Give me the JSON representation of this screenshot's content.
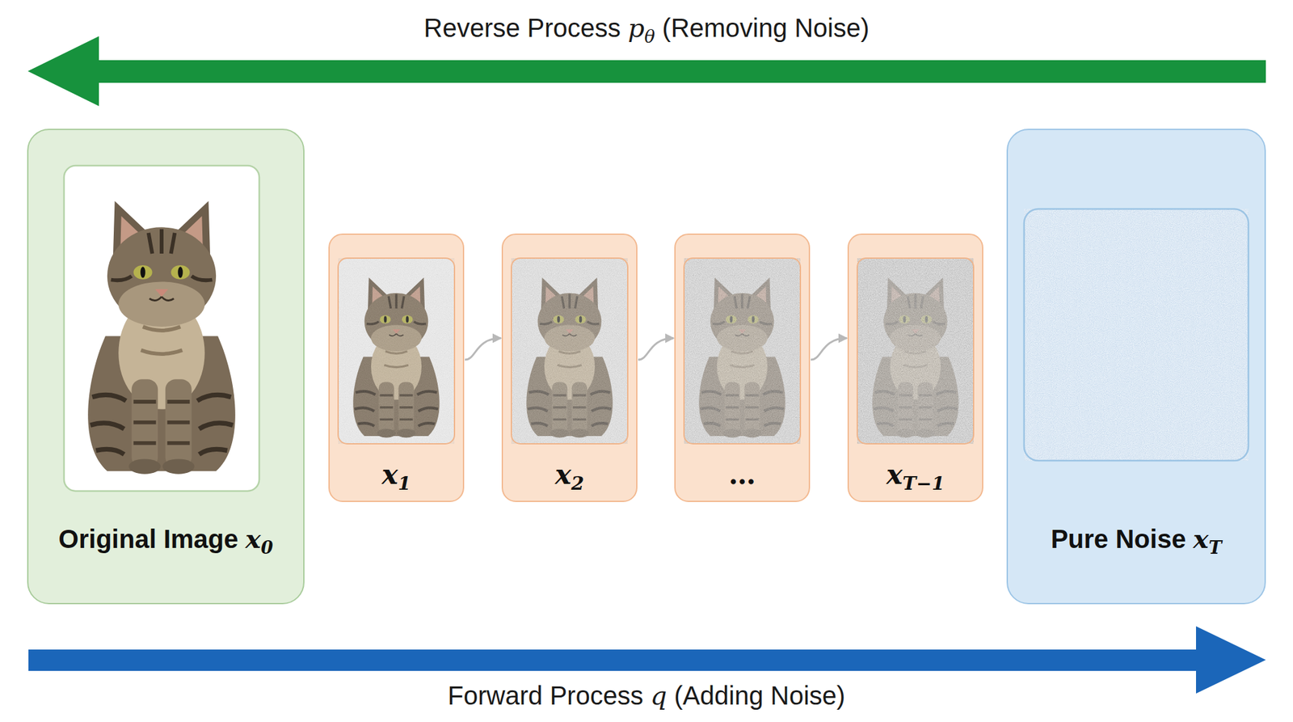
{
  "diagram": {
    "nodes": [
      {
        "text": [
          "Original Image x0"
        ]
      },
      {
        "text": [
          "x1"
        ]
      },
      {
        "text": [
          "x2"
        ]
      },
      {
        "text": [
          "…"
        ]
      },
      {
        "text": [
          "xT−1"
        ]
      },
      {
        "text": [
          "Pure Noise xT"
        ]
      }
    ],
    "edges": [
      {
        "from": 1,
        "to": 2,
        "arrow": "to"
      },
      {
        "from": 2,
        "to": 3,
        "arrow": "to"
      },
      {
        "from": 3,
        "to": 4,
        "arrow": "to"
      }
    ],
    "labels": [
      "Reverse Process pθ (Removing Noise)",
      "Forward Process q (Adding Noise)"
    ]
  }
}
